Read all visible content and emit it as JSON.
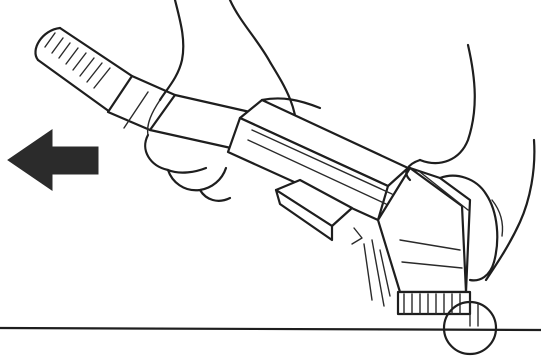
{
  "figure": {
    "elements": {
      "arrow": {
        "direction": "left",
        "color": "#2b2b2b"
      },
      "line_color": "#1e1e1e",
      "background": "#ffffff",
      "parts": [
        "hose",
        "upper-hand",
        "lower-hand",
        "nozzle",
        "brush-bristles",
        "floor-line",
        "detail-circle",
        "dust-particles"
      ]
    }
  }
}
